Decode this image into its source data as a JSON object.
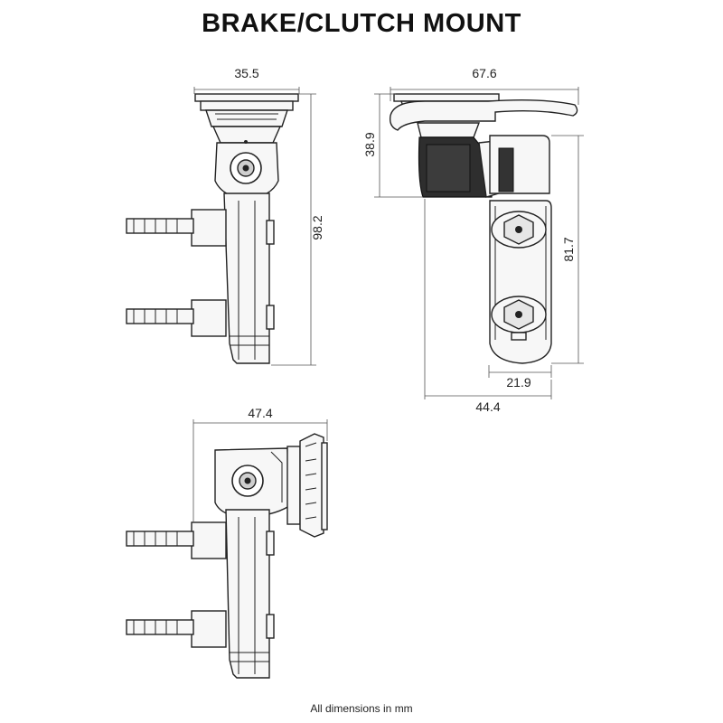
{
  "title": "BRAKE/CLUTCH MOUNT",
  "footnote": "All dimensions in mm",
  "dimensions": {
    "front_width": "35.5",
    "front_height": "98.2",
    "side_width": "67.6",
    "side_top_height": "38.9",
    "side_arm_height": "81.7",
    "side_arm_width": "21.9",
    "side_total_width": "44.4",
    "bottom_width": "47.4"
  }
}
